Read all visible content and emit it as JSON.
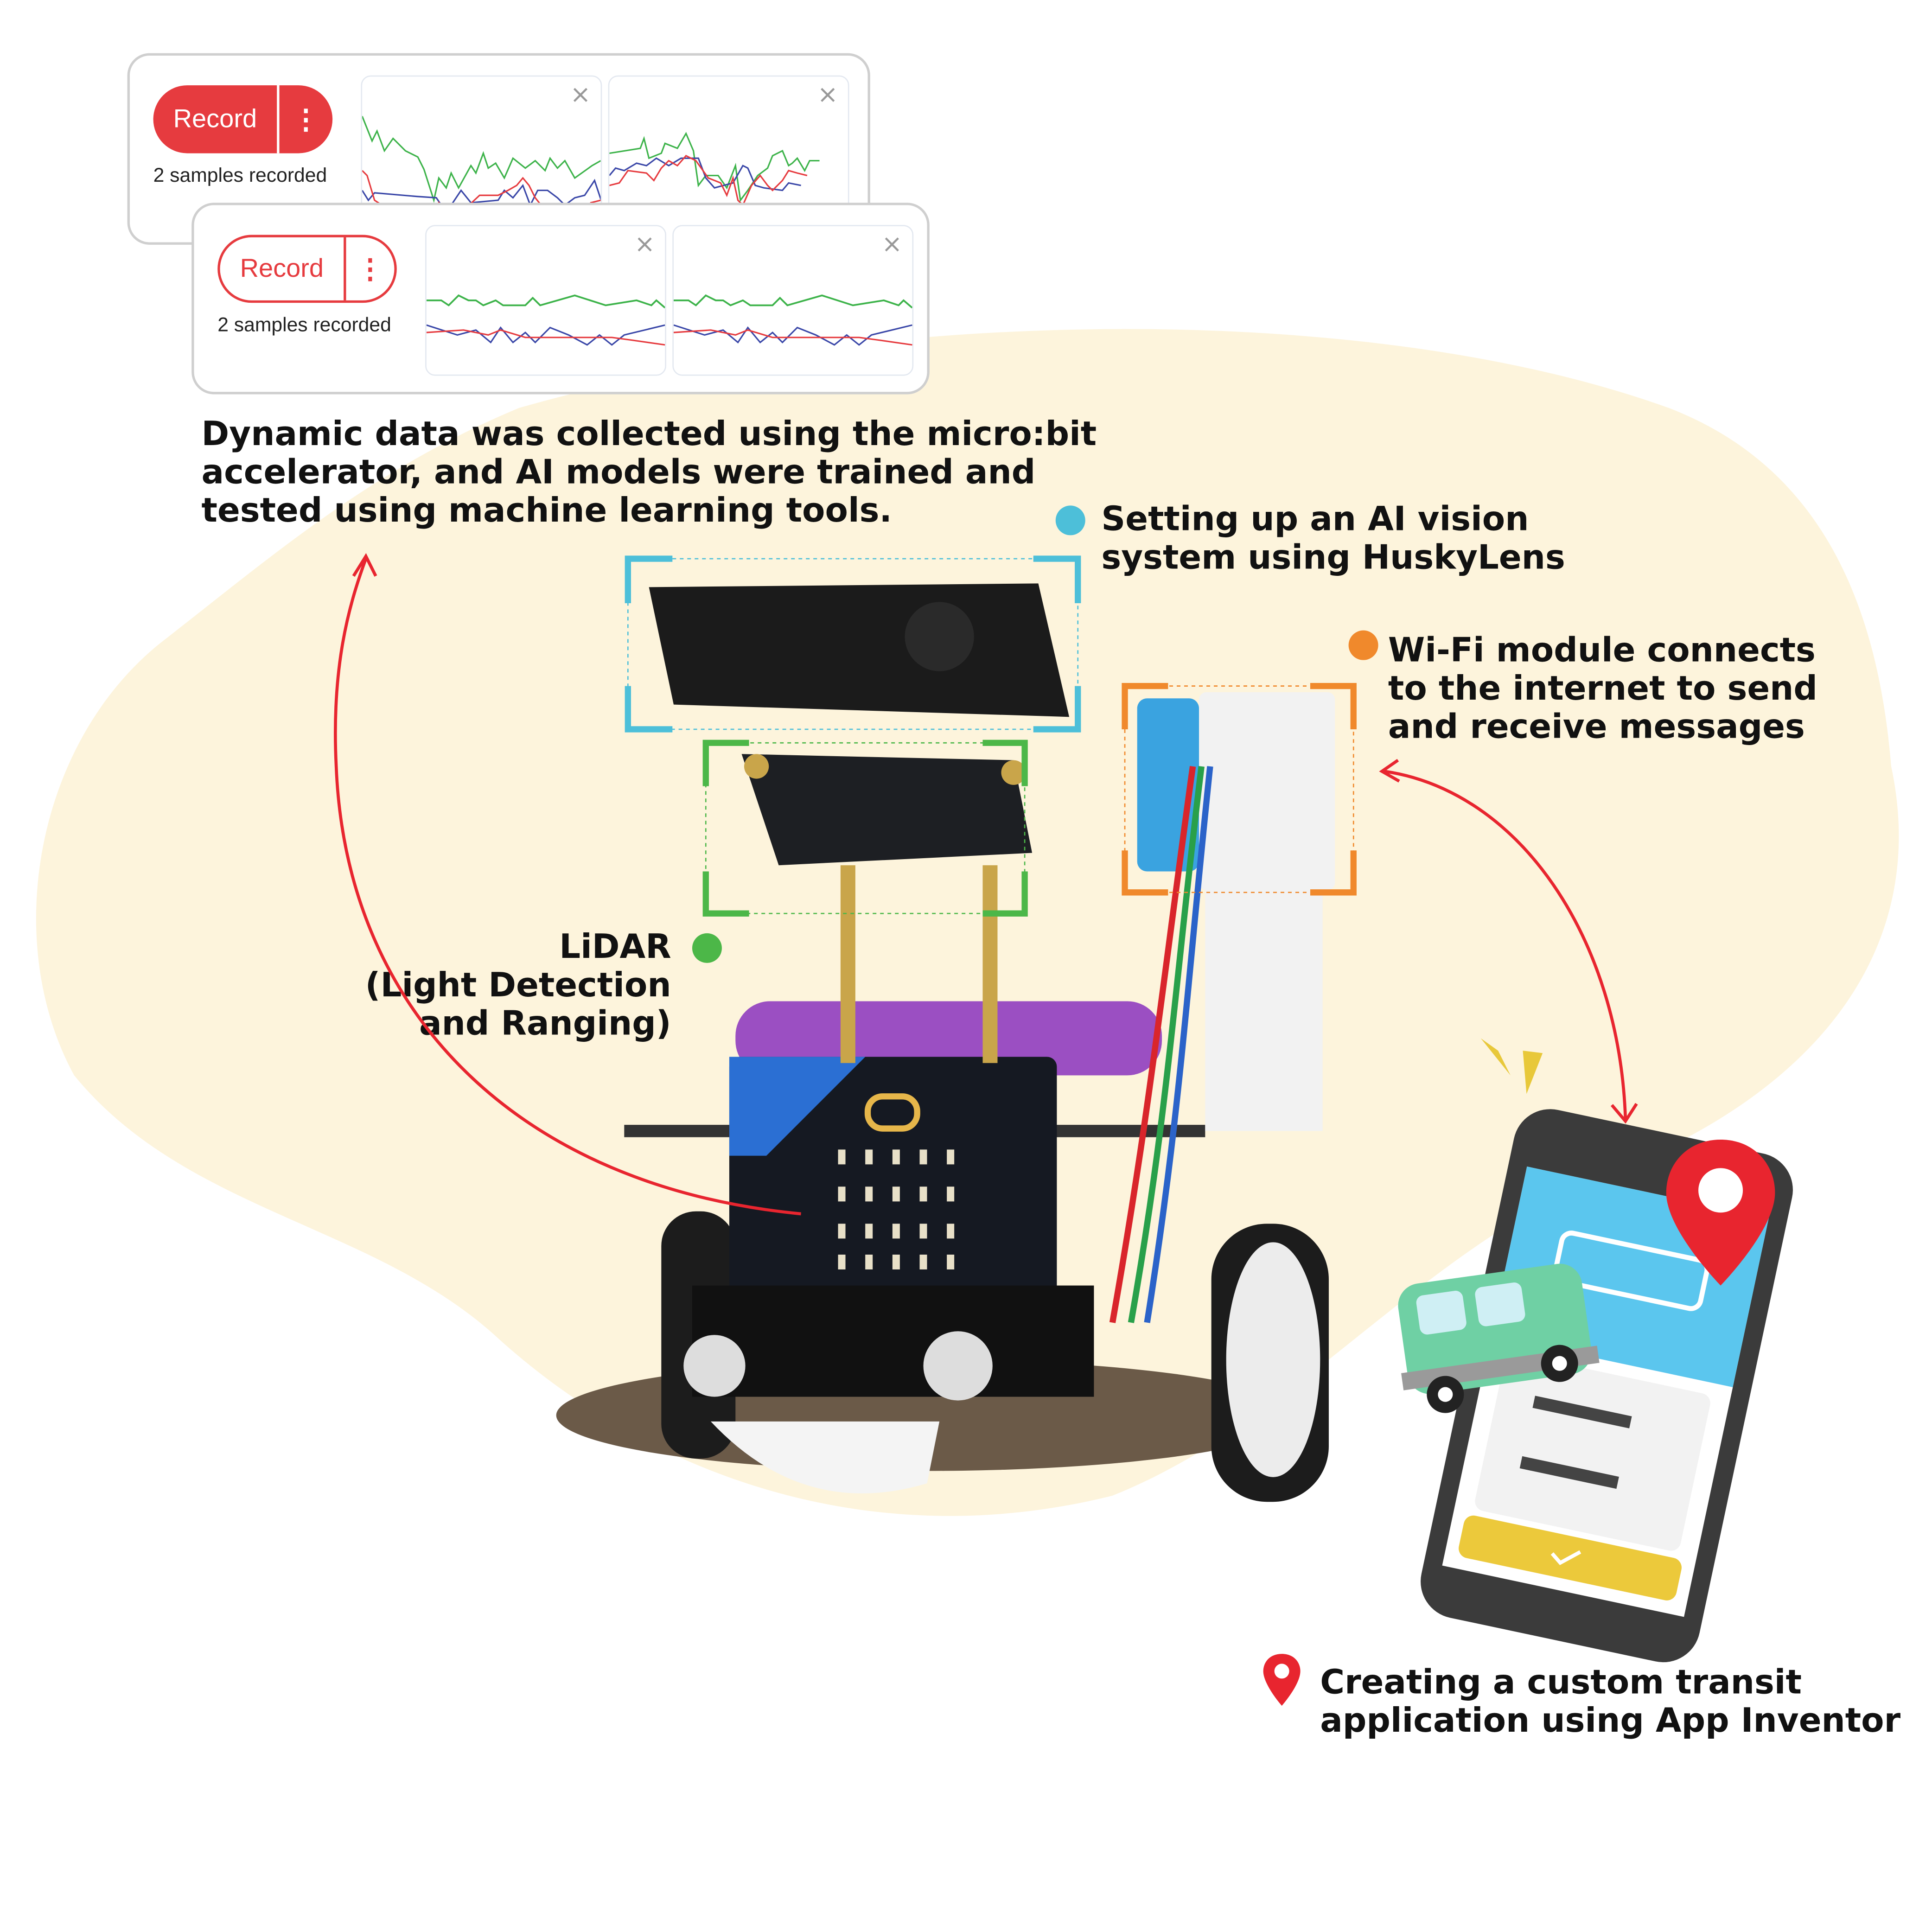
{
  "panels": [
    {
      "record_label": "Record",
      "more_icon": "vertical-ellipsis",
      "samples_text": "2 samples recorded",
      "style": "filled",
      "close_icon": "×"
    },
    {
      "record_label": "Record",
      "more_icon": "vertical-ellipsis",
      "samples_text": "2 samples recorded",
      "style": "outline",
      "close_icon": "×"
    }
  ],
  "series_colors": {
    "x": "#e63b3f",
    "y": "#3a47a8",
    "z": "#3db34a"
  },
  "captions": {
    "data_collection": [
      "Dynamic data was collected using the micro:bit",
      "accelerator, and AI models were trained and",
      "tested using machine learning tools."
    ],
    "huskylens": [
      "Setting up an AI vision",
      "system using HuskyLens"
    ],
    "wifi": [
      "Wi-Fi module connects",
      "to the internet to send",
      "and receive messages"
    ],
    "lidar": [
      "LiDAR",
      "(Light Detection",
      "and Ranging)"
    ],
    "app": [
      "Creating a custom transit",
      "application using App Inventor"
    ]
  },
  "colors": {
    "huskylens": "#4dbfd9",
    "wifi": "#f0892c",
    "lidar": "#4cb748",
    "app": "#e8252f",
    "arrow": "#e8252f",
    "background": "#fdf4dc"
  }
}
